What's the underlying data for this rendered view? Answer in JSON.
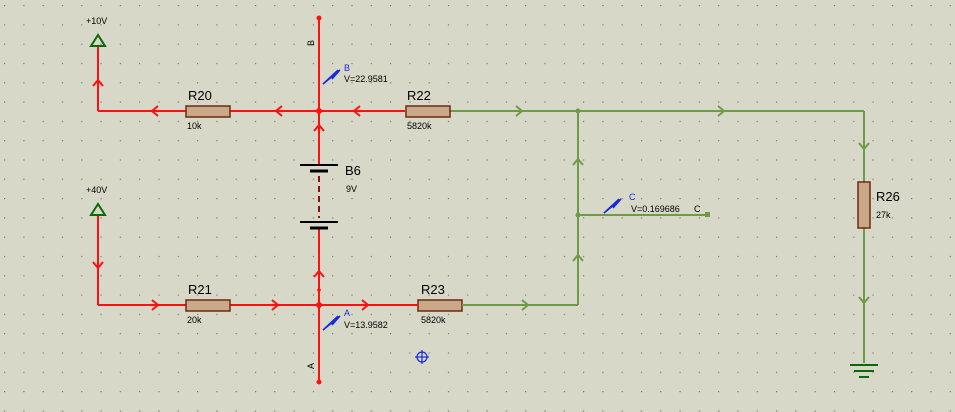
{
  "colors": {
    "background": "#d8d8c8",
    "grid_dot": "#7a7a70",
    "wire_active": "#ff1010",
    "wire_passive": "#6f9a4a",
    "resistor_body": "#c9a98a",
    "resistor_edge": "#6b2a10",
    "probe_blue": "#1a2ad8",
    "terminal_green": "#0a6a0a"
  },
  "power": [
    {
      "id": "p10",
      "label": "+10V"
    },
    {
      "id": "p40",
      "label": "+40V"
    }
  ],
  "resistors": [
    {
      "id": "R20",
      "name": "R20",
      "value": "10k"
    },
    {
      "id": "R22",
      "name": "R22",
      "value": "5820k"
    },
    {
      "id": "R21",
      "name": "R21",
      "value": "20k"
    },
    {
      "id": "R23",
      "name": "R23",
      "value": "5820k"
    },
    {
      "id": "R26",
      "name": "R26",
      "value": "27k"
    }
  ],
  "battery": {
    "name": "B6",
    "value": "9V"
  },
  "nodes": {
    "top": "B",
    "bottom": "A",
    "output": "C"
  },
  "probes": [
    {
      "id": "probeB",
      "name": "B",
      "reading": "V=22.9581"
    },
    {
      "id": "probeA",
      "name": "A",
      "reading": "V=13.9582"
    },
    {
      "id": "probeC",
      "name": "C",
      "reading": "V=0.169686"
    }
  ]
}
